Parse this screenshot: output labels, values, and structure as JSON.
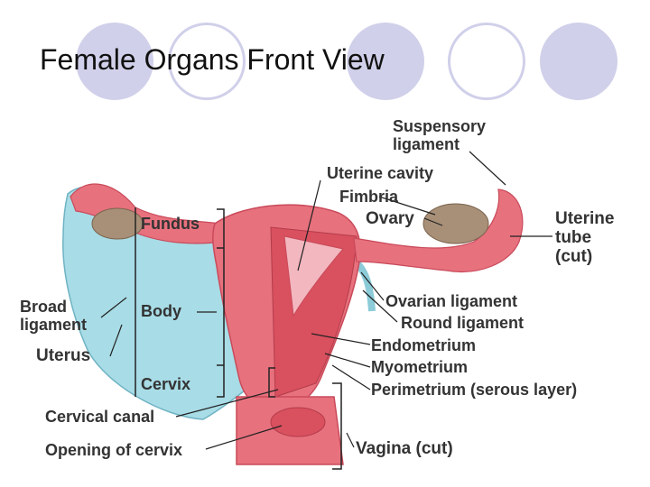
{
  "slide": {
    "title": "Female Organs Front View",
    "circle_color": "#d0d0ea"
  },
  "labels": {
    "suspensory_1": "Suspensory",
    "suspensory_2": "ligament",
    "uterine_cavity": "Uterine cavity",
    "fimbria": "Fimbria",
    "ovary": "Ovary",
    "uterine_tube_1": "Uterine",
    "uterine_tube_2": "tube",
    "uterine_tube_3": "(cut)",
    "fundus": "Fundus",
    "body": "Body",
    "cervix": "Cervix",
    "broad_1": "Broad",
    "broad_2": "ligament",
    "uterus": "Uterus",
    "ovarian_ligament": "Ovarian ligament",
    "round_ligament": "Round ligament",
    "endometrium": "Endometrium",
    "myometrium": "Myometrium",
    "perimetrium": "Perimetrium (serous layer)",
    "cervical_canal": "Cervical canal",
    "opening_cervix": "Opening of cervix",
    "vagina": "Vagina (cut)"
  },
  "colors": {
    "tissue": "#e8717e",
    "tissue_dark": "#c94a5a",
    "ligament": "#a8dce6",
    "ovary": "#a89078"
  }
}
